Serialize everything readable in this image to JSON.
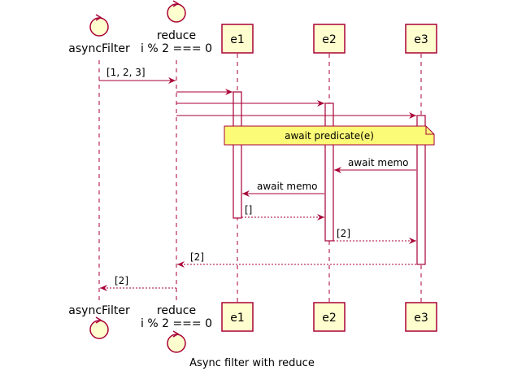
{
  "participants": {
    "asyncFilter": {
      "label": "asyncFilter",
      "kind": "control"
    },
    "reduce": {
      "line1": "reduce",
      "line2": "i % 2 === 0",
      "kind": "control"
    },
    "e1": {
      "label": "e1",
      "kind": "participant"
    },
    "e2": {
      "label": "e2",
      "kind": "participant"
    },
    "e3": {
      "label": "e3",
      "kind": "participant"
    }
  },
  "messages": {
    "m1": "[1, 2, 3]",
    "m_memo_e3": "await memo",
    "m_memo_e2": "await memo",
    "r_e1": "[]",
    "r_e2": "[2]",
    "r_e3": "[2]",
    "r_reduce": "[2]"
  },
  "note": {
    "text": "await predicate(e)"
  },
  "caption": "Async filter with reduce",
  "colors": {
    "arrow": "#a80036",
    "participant_fill": "#fefece",
    "participant_border": "#a80036",
    "note_fill": "#fbfb77",
    "activation_fill": "#ffffff"
  }
}
